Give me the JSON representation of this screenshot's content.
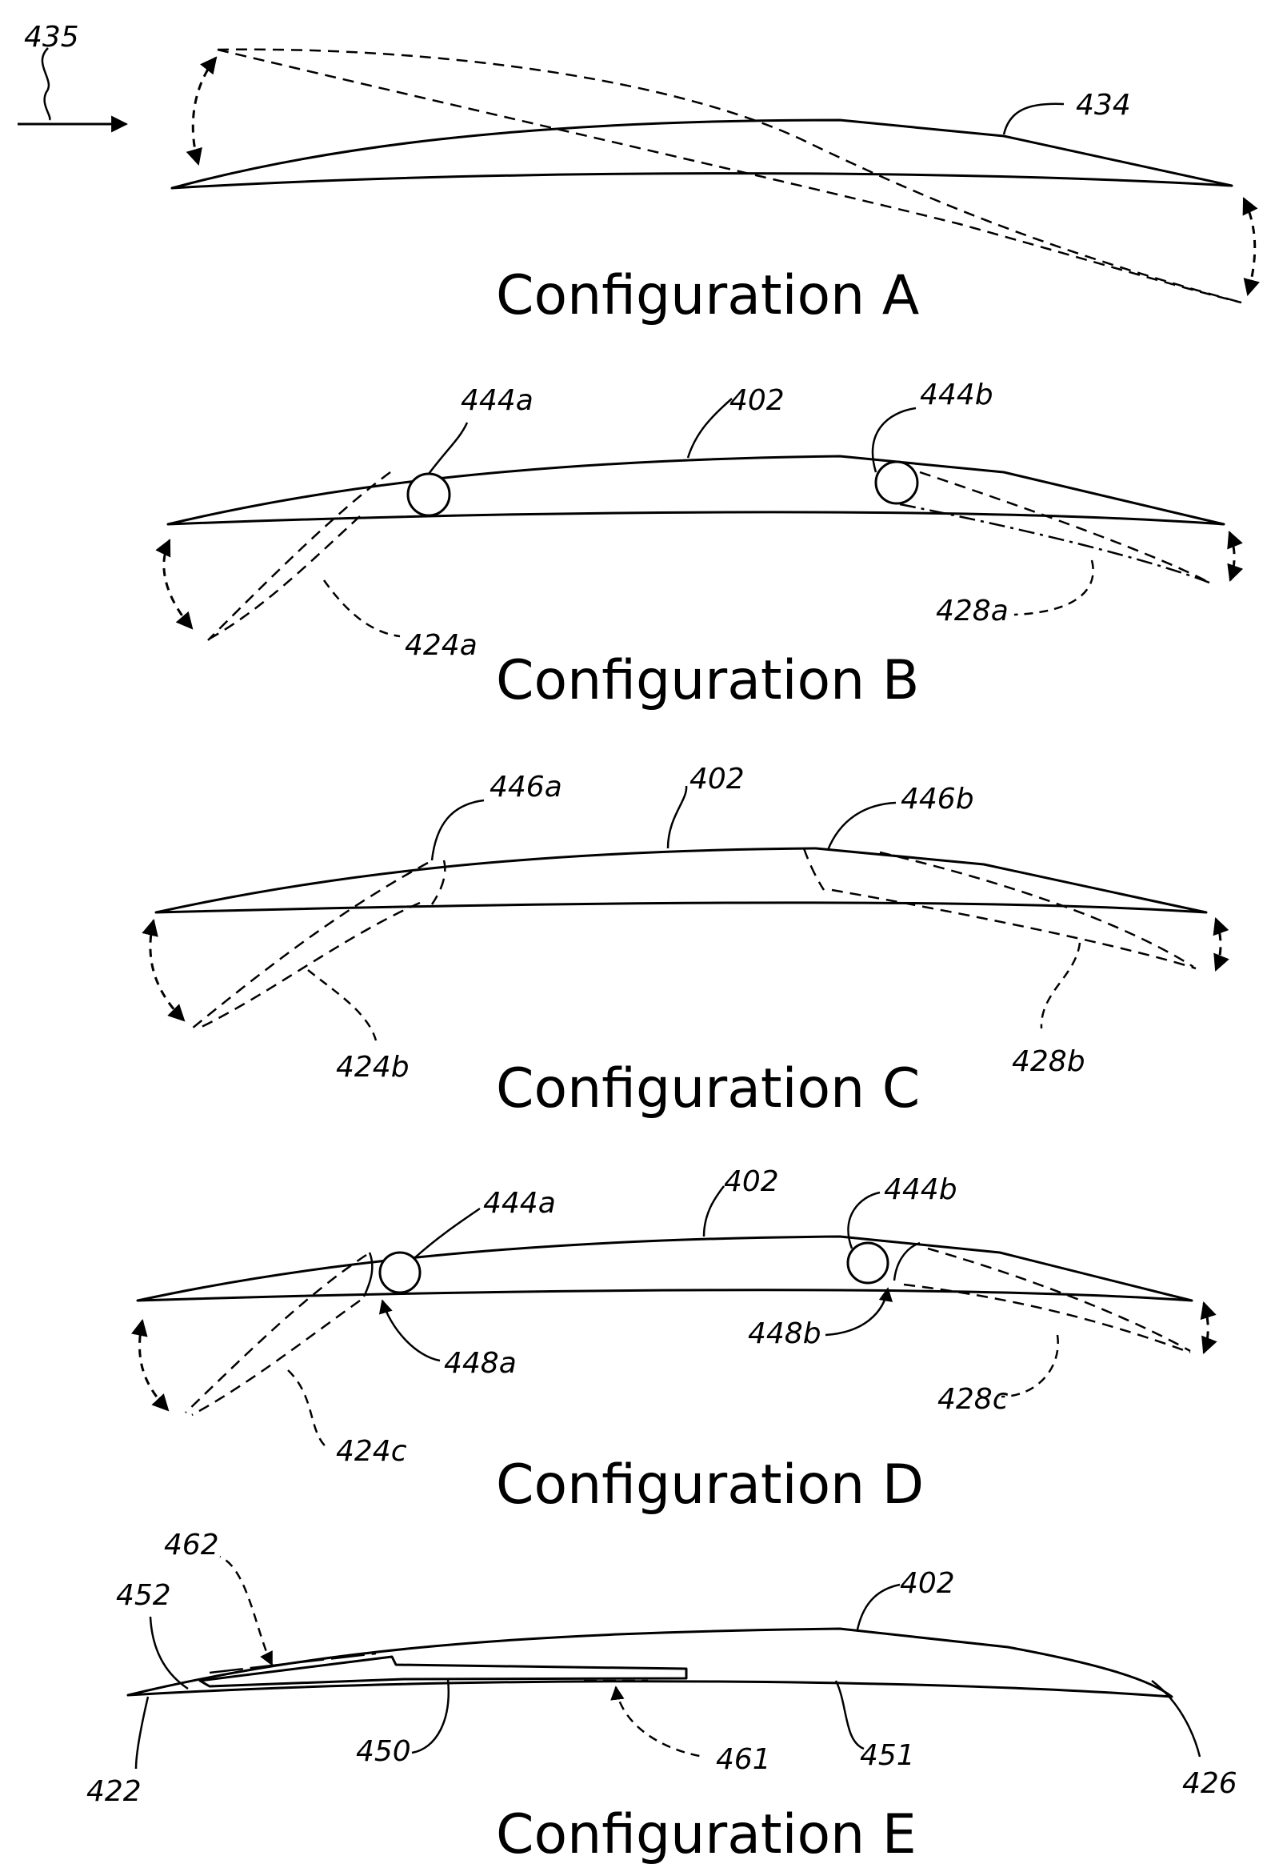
{
  "configurations": [
    {
      "id": "A",
      "caption": "Configuration A"
    },
    {
      "id": "B",
      "caption": "Configuration B"
    },
    {
      "id": "C",
      "caption": "Configuration C"
    },
    {
      "id": "D",
      "caption": "Configuration D"
    },
    {
      "id": "E",
      "caption": "Configuration E"
    }
  ],
  "refs": {
    "r435": "435",
    "r434": "434",
    "b444a": "444a",
    "b402": "402",
    "b444b": "444b",
    "b424a": "424a",
    "b428a": "428a",
    "c446a": "446a",
    "c402": "402",
    "c446b": "446b",
    "c424b": "424b",
    "c428b": "428b",
    "d444a": "444a",
    "d402": "402",
    "d444b": "444b",
    "d448a": "448a",
    "d448b": "448b",
    "d424c": "424c",
    "d428c": "428c",
    "e462": "462",
    "e452": "452",
    "e402": "402",
    "e450": "450",
    "e461": "461",
    "e451": "451",
    "e422": "422",
    "e426": "426"
  }
}
